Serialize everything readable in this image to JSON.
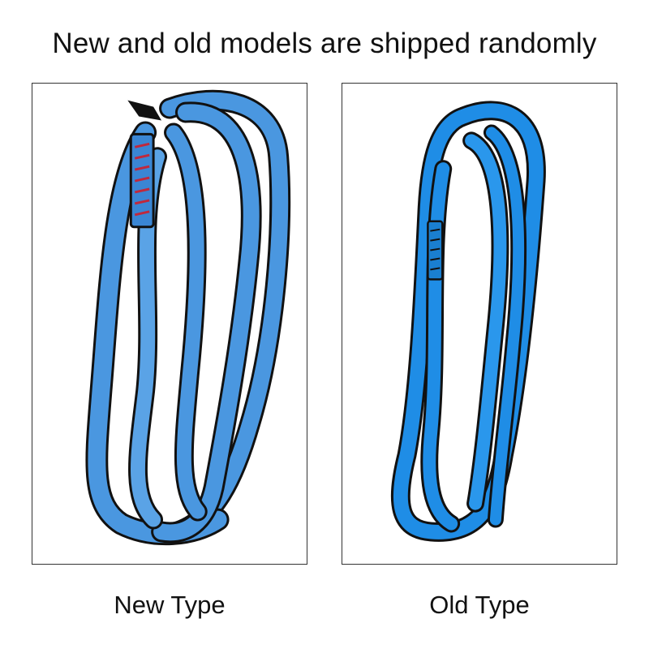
{
  "headline": "New and old models are shipped randomly",
  "panels": [
    {
      "caption": "New Type"
    },
    {
      "caption": "Old Type"
    }
  ],
  "colors": {
    "webbing_blue_new": "#4a97e0",
    "webbing_blue_old": "#1f8de6",
    "edge_black": "#111111",
    "bartack_red": "#c0283c"
  }
}
